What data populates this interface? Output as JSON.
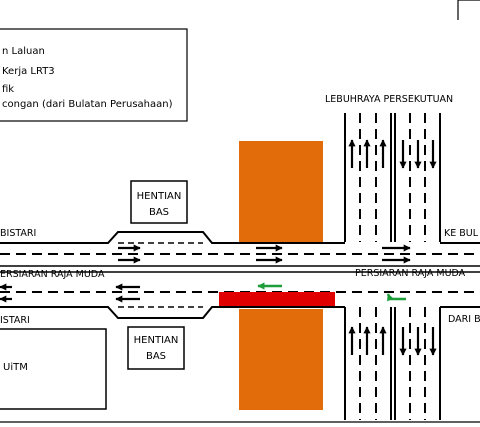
{
  "legend": {
    "items": [
      "n Laluan",
      "Kerja LRT3",
      "fik",
      "congan (dari Bulatan Perusahaan)"
    ]
  },
  "labels": {
    "lebuhraya": "LEBUHRAYA PERSEKUTUAN",
    "ke_bulatan": "KE BUL",
    "bistari_top": "BISTARI",
    "bistari_bottom": "ISTARI",
    "persiaran_left": "ERSIARAN RAJA MUDA",
    "persiaran_right": "PERSIARAN RAJA MUDA",
    "dari_b": "DARI B",
    "uitm": "UiTM",
    "hentian_top_1": "HENTIAN",
    "hentian_top_2": "BAS",
    "hentian_bottom_1": "HENTIAN",
    "hentian_bottom_2": "BAS"
  },
  "colors": {
    "lrt_work": "#e36c0a",
    "closure": "#e00000",
    "diversion_arrow": "#1e9e3a",
    "road": "#000000"
  }
}
